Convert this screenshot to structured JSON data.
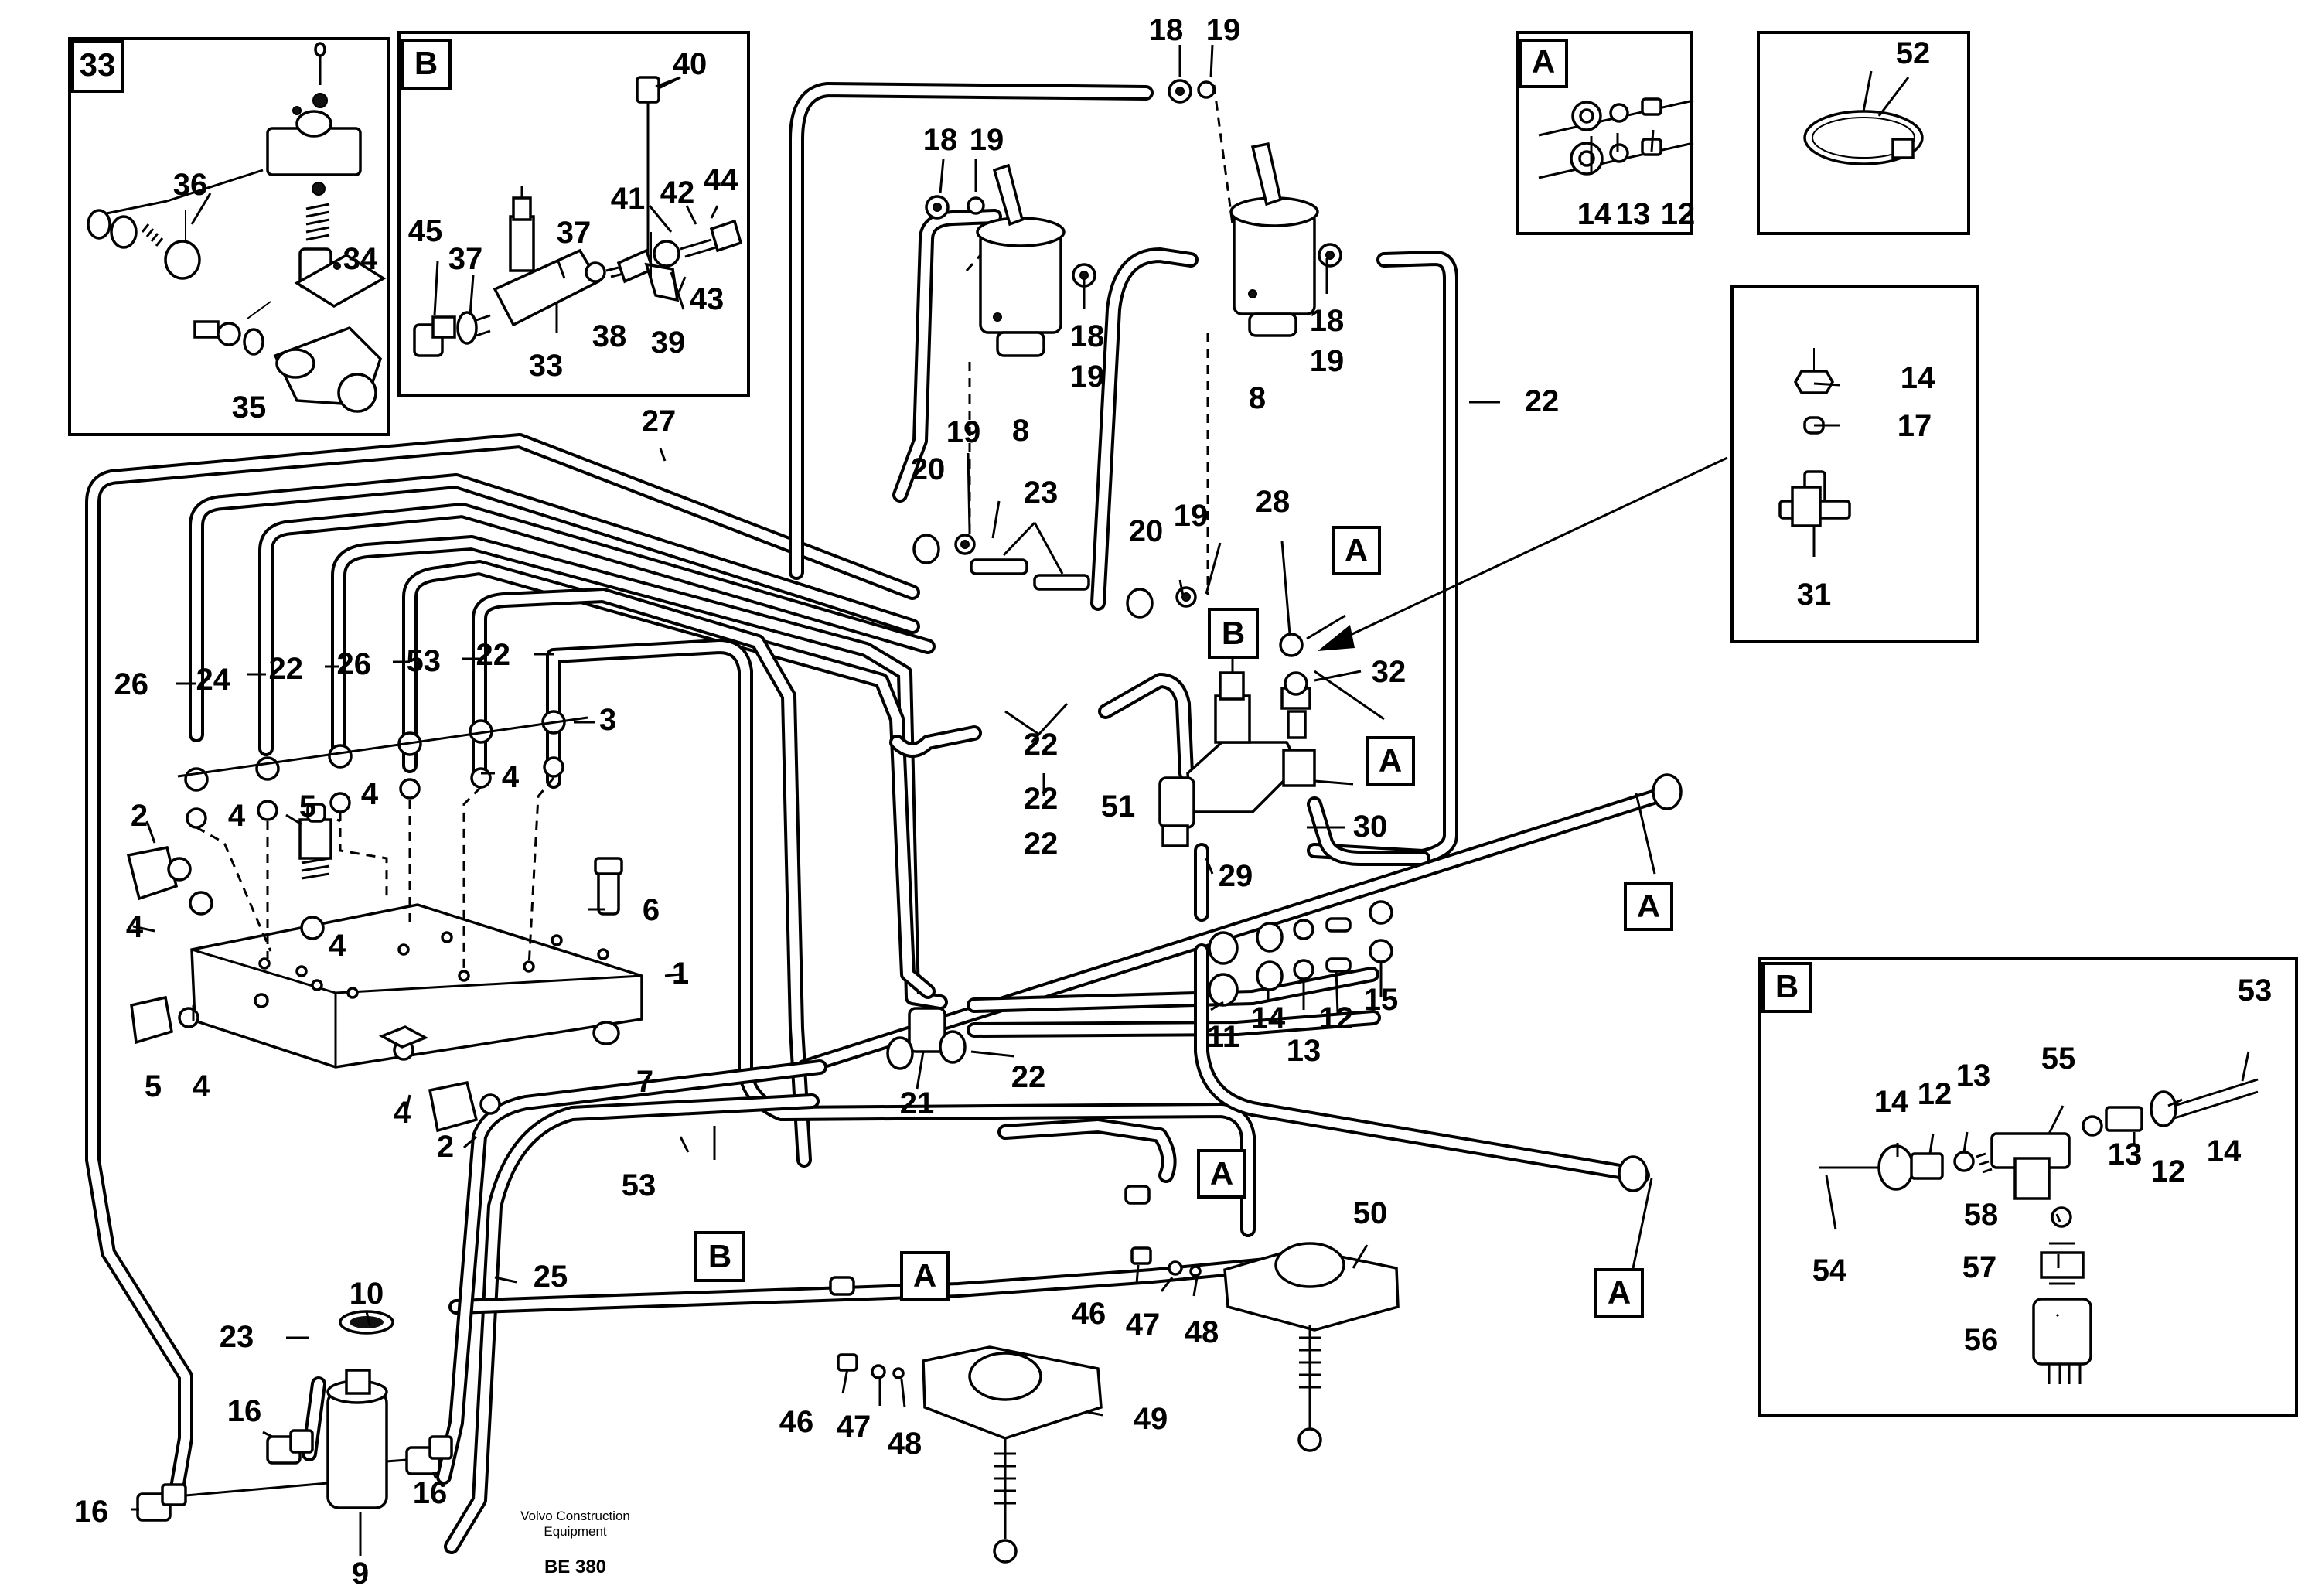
{
  "labels": [
    {
      "id": "33-detail-tag",
      "t": "33"
    },
    {
      "id": "b-detail-tag",
      "t": "B"
    },
    {
      "id": "a-detail-tag",
      "t": "A"
    },
    {
      "id": "b-detail2-tag",
      "t": "B"
    },
    {
      "id": "l36",
      "t": "36"
    },
    {
      "id": "l34",
      "t": "34"
    },
    {
      "id": "l35",
      "t": "35"
    },
    {
      "id": "l40",
      "t": "40"
    },
    {
      "id": "l41",
      "t": "41"
    },
    {
      "id": "l42",
      "t": "42"
    },
    {
      "id": "l44",
      "t": "44"
    },
    {
      "id": "l45",
      "t": "45"
    },
    {
      "id": "l37a",
      "t": "37"
    },
    {
      "id": "l37b",
      "t": "37"
    },
    {
      "id": "l43",
      "t": "43"
    },
    {
      "id": "l38",
      "t": "38"
    },
    {
      "id": "l39",
      "t": "39"
    },
    {
      "id": "l33",
      "t": "33"
    },
    {
      "id": "l18a",
      "t": "18"
    },
    {
      "id": "l19a",
      "t": "19"
    },
    {
      "id": "l18b",
      "t": "18"
    },
    {
      "id": "l19b",
      "t": "19"
    },
    {
      "id": "l18c",
      "t": "18"
    },
    {
      "id": "l19c",
      "t": "19"
    },
    {
      "id": "l18d",
      "t": "18"
    },
    {
      "id": "l19d",
      "t": "19"
    },
    {
      "id": "l8a",
      "t": "8"
    },
    {
      "id": "l8b",
      "t": "8"
    },
    {
      "id": "l22a",
      "t": "22"
    },
    {
      "id": "l19e",
      "t": "19"
    },
    {
      "id": "l20a",
      "t": "20"
    },
    {
      "id": "l23a",
      "t": "23"
    },
    {
      "id": "l20b",
      "t": "20"
    },
    {
      "id": "l19f",
      "t": "19"
    },
    {
      "id": "l28",
      "t": "28"
    },
    {
      "id": "l27",
      "t": "27"
    },
    {
      "id": "l26a",
      "t": "26"
    },
    {
      "id": "l24",
      "t": "24"
    },
    {
      "id": "l22b",
      "t": "22"
    },
    {
      "id": "l26b",
      "t": "26"
    },
    {
      "id": "l53a",
      "t": "53"
    },
    {
      "id": "l22c",
      "t": "22"
    },
    {
      "id": "l3",
      "t": "3"
    },
    {
      "id": "l22d",
      "t": "22"
    },
    {
      "id": "l22e",
      "t": "22"
    },
    {
      "id": "l22f",
      "t": "22"
    },
    {
      "id": "l51",
      "t": "51"
    },
    {
      "id": "l32",
      "t": "32"
    },
    {
      "id": "l30",
      "t": "30"
    },
    {
      "id": "l29",
      "t": "29"
    },
    {
      "id": "l2a",
      "t": "2"
    },
    {
      "id": "l4a",
      "t": "4"
    },
    {
      "id": "l5a",
      "t": "5"
    },
    {
      "id": "l4b",
      "t": "4"
    },
    {
      "id": "l4c",
      "t": "4"
    },
    {
      "id": "l6",
      "t": "6"
    },
    {
      "id": "l4d",
      "t": "4"
    },
    {
      "id": "l4e",
      "t": "4"
    },
    {
      "id": "l1",
      "t": "1"
    },
    {
      "id": "l5b",
      "t": "5"
    },
    {
      "id": "l4f",
      "t": "4"
    },
    {
      "id": "l4g",
      "t": "4"
    },
    {
      "id": "l2b",
      "t": "2"
    },
    {
      "id": "l7",
      "t": "7"
    },
    {
      "id": "l21",
      "t": "21"
    },
    {
      "id": "l22g",
      "t": "22"
    },
    {
      "id": "l11",
      "t": "11"
    },
    {
      "id": "l14a",
      "t": "14"
    },
    {
      "id": "l13a",
      "t": "13"
    },
    {
      "id": "l12a",
      "t": "12"
    },
    {
      "id": "l15",
      "t": "15"
    },
    {
      "id": "l53b",
      "t": "53"
    },
    {
      "id": "l25",
      "t": "25"
    },
    {
      "id": "l10",
      "t": "10"
    },
    {
      "id": "l23b",
      "t": "23"
    },
    {
      "id": "l16a",
      "t": "16"
    },
    {
      "id": "l16b",
      "t": "16"
    },
    {
      "id": "l16c",
      "t": "16"
    },
    {
      "id": "l9",
      "t": "9"
    },
    {
      "id": "l46a",
      "t": "46"
    },
    {
      "id": "l47a",
      "t": "47"
    },
    {
      "id": "l48a",
      "t": "48"
    },
    {
      "id": "l49",
      "t": "49"
    },
    {
      "id": "l46b",
      "t": "46"
    },
    {
      "id": "l47b",
      "t": "47"
    },
    {
      "id": "l48b",
      "t": "48"
    },
    {
      "id": "l50",
      "t": "50"
    },
    {
      "id": "l14b",
      "t": "14"
    },
    {
      "id": "l13b",
      "t": "13"
    },
    {
      "id": "l12b",
      "t": "12"
    },
    {
      "id": "l52",
      "t": "52"
    },
    {
      "id": "l14c",
      "t": "14"
    },
    {
      "id": "l17",
      "t": "17"
    },
    {
      "id": "l31",
      "t": "31"
    },
    {
      "id": "l53c",
      "t": "53"
    },
    {
      "id": "l55",
      "t": "55"
    },
    {
      "id": "l14d",
      "t": "14"
    },
    {
      "id": "l12c",
      "t": "12"
    },
    {
      "id": "l13c",
      "t": "13"
    },
    {
      "id": "l13d",
      "t": "13"
    },
    {
      "id": "l12d",
      "t": "12"
    },
    {
      "id": "l14e",
      "t": "14"
    },
    {
      "id": "l58",
      "t": "58"
    },
    {
      "id": "l54",
      "t": "54"
    },
    {
      "id": "l57",
      "t": "57"
    },
    {
      "id": "l56",
      "t": "56"
    }
  ],
  "ref_boxes": [
    {
      "id": "ref-a-1",
      "t": "A"
    },
    {
      "id": "ref-b-1",
      "t": "B"
    },
    {
      "id": "ref-a-2",
      "t": "A"
    },
    {
      "id": "ref-a-3",
      "t": "A"
    },
    {
      "id": "ref-b-2",
      "t": "B"
    },
    {
      "id": "ref-a-4",
      "t": "A"
    },
    {
      "id": "ref-a-5",
      "t": "A"
    },
    {
      "id": "ref-a-6",
      "t": "A"
    }
  ],
  "footer": {
    "brand_line1": "Volvo Construction",
    "brand_line2": "Equipment",
    "code": "BE 380"
  }
}
